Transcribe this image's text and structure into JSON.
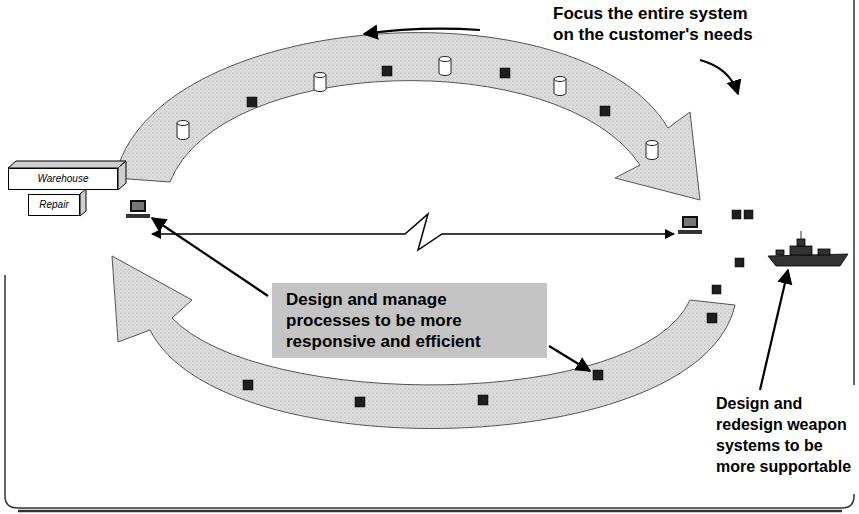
{
  "diagram": {
    "nodes": [
      {
        "text": [
          "Warehouse"
        ]
      },
      {
        "text": [
          "Repair"
        ]
      },
      {
        "text": [
          "Design and manage processes to be more responsive and efficient"
        ]
      }
    ],
    "labels": [
      "Focus the entire system on the customer's needs",
      "Design and redesign weapon systems to be more supportable"
    ]
  }
}
